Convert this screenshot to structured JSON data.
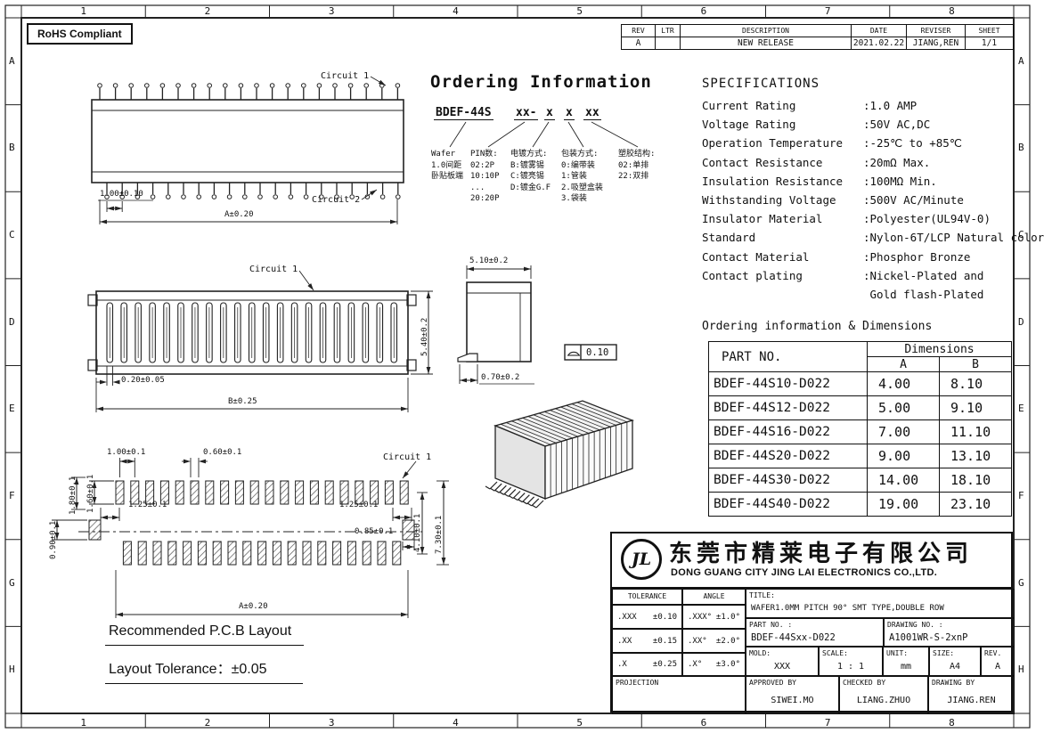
{
  "badge": {
    "rohs": "RoHS Compliant"
  },
  "ruler": {
    "cols": [
      "1",
      "2",
      "3",
      "4",
      "5",
      "6",
      "7",
      "8"
    ],
    "rows": [
      "A",
      "B",
      "C",
      "D",
      "E",
      "F",
      "G",
      "H"
    ]
  },
  "revision_table": {
    "headers": [
      "REV",
      "LTR",
      "DESCRIPTION",
      "DATE",
      "REVISER",
      "SHEET"
    ],
    "rows": [
      [
        "A",
        "",
        "NEW RELEASE",
        "2021.02.22",
        "JIANG,REN",
        "1/1"
      ]
    ]
  },
  "ordering": {
    "title": "Ordering Information",
    "tokens": [
      "BDEF-44S",
      "xx-",
      "x",
      "x",
      "xx"
    ],
    "columns": [
      {
        "lines": [
          "Wafer",
          "1.0间距",
          "卧贴板端"
        ]
      },
      {
        "lines": [
          "PIN数:",
          "02:2P",
          "10:10P",
          "...",
          "20:20P"
        ]
      },
      {
        "lines": [
          "电镀方式:",
          "B:镀雾锡",
          "C:镀亮锡",
          "D:镀金G.F"
        ]
      },
      {
        "lines": [
          "包装方式:",
          "0:编带装",
          "1:管装",
          "2.吸塑盒装",
          "3.袋装"
        ]
      },
      {
        "lines": [
          "塑胶结构:",
          "02:单排",
          "22:双排"
        ]
      }
    ]
  },
  "specs": {
    "title": "SPECIFICATIONS",
    "rows": [
      {
        "label": "Current Rating",
        "value": ":1.0 AMP"
      },
      {
        "label": "Voltage Rating",
        "value": ":50V AC,DC"
      },
      {
        "label": "Operation Temperature",
        "value": ":-25℃ to +85℃"
      },
      {
        "label": "Contact Resistance",
        "value": ":20mΩ Max."
      },
      {
        "label": "Insulation Resistance",
        "value": ":100MΩ Min."
      },
      {
        "label": "Withstanding Voltage",
        "value": ":500V AC/Minute"
      },
      {
        "label": "Insulator Material",
        "value": ":Polyester(UL94V-0)"
      },
      {
        "label": "Standard",
        "value": ":Nylon-6T/LCP Natural color"
      },
      {
        "label": "Contact Material",
        "value": ":Phosphor Bronze"
      },
      {
        "label": "Contact plating",
        "value": ":Nickel-Plated and"
      },
      {
        "label": "",
        "value": " Gold flash-Plated"
      }
    ]
  },
  "dim_section_title": "Ordering information & Dimensions",
  "dim_table": {
    "part_no_header": "PART NO.",
    "dims_header": "Dimensions",
    "col_a": "A",
    "col_b": "B",
    "rows": [
      [
        "BDEF-44S10-D022",
        "4.00",
        "8.10"
      ],
      [
        "BDEF-44S12-D022",
        "5.00",
        "9.10"
      ],
      [
        "BDEF-44S16-D022",
        "7.00",
        "11.10"
      ],
      [
        "BDEF-44S20-D022",
        "9.00",
        "13.10"
      ],
      [
        "BDEF-44S30-D022",
        "14.00",
        "18.10"
      ],
      [
        "BDEF-44S40-D022",
        "19.00",
        "23.10"
      ]
    ]
  },
  "company": {
    "logo": "JL",
    "cn": "东莞市精莱电子有限公司",
    "en": "DONG GUANG CITY JING LAI ELECTRONICS CO.,LTD."
  },
  "title_block": {
    "tolerance_label": "TOLERANCE",
    "angle_label": "ANGLE",
    "tol": [
      [
        ".XXX",
        "±0.10",
        ".XXX°",
        "±1.0°"
      ],
      [
        ".XX",
        "±0.15",
        ".XX°",
        "±2.0°"
      ],
      [
        ".X",
        "±0.25",
        ".X°",
        "±3.0°"
      ]
    ],
    "title_label": "TITLE:",
    "title_value": "WAFER1.0MM PITCH 90° SMT TYPE,DOUBLE ROW",
    "part_no_label": "PART NO. :",
    "part_no_value": "BDEF-44Sxx-D022",
    "drawing_no_label": "DRAWING NO. :",
    "drawing_no_value": "A1001WR-S-2xnP",
    "mold_label": "MOLD:",
    "mold_value": "XXX",
    "scale_label": "SCALE:",
    "scale_value": "1 : 1",
    "unit_label": "UNIT:",
    "unit_value": "mm",
    "size_label": "SIZE:",
    "size_value": "A4",
    "rev_label": "REV.",
    "rev_value": "A",
    "projection_label": "PROJECTION",
    "approved_label": "APPROVED BY",
    "approved_value": "SIWEI.MO",
    "checked_label": "CHECKED BY",
    "checked_value": "LIANG.ZHUO",
    "drawing_by_label": "DRAWING BY",
    "drawing_by_value": "JIANG.REN"
  },
  "drawings": {
    "d1": {
      "circuit1": "Circuit 1",
      "circuit2": "Circuit 2",
      "pitch": "1.00±0.10",
      "dim_a": "A±0.20"
    },
    "d2": {
      "circuit1": "Circuit 1",
      "slot": "0.20±0.05",
      "dim_b": "B±0.25",
      "height": "5.40±0.2"
    },
    "d3": {
      "width": "5.10±0.2",
      "foot": "0.70±0.2",
      "flatness": "0.10"
    },
    "pcb": {
      "pitch": "1.00±0.1",
      "pad_w": "0.60±0.1",
      "circuit1": "Circuit 1",
      "pad_len": "1.60±0.1",
      "row_gap": "1.80±0.1",
      "side_pad": "0.90±0.1",
      "offset_l": "1.25±0.1",
      "offset_r": "1.25±0.1",
      "side_w": "0.85±0.1",
      "span_a": "4.10±0.1",
      "span_b": "7.30±0.1",
      "dim_a": "A±0.20",
      "note_title": "Recommended P.C.B Layout",
      "note_tol": "Layout Tolerance：±0.05"
    }
  }
}
